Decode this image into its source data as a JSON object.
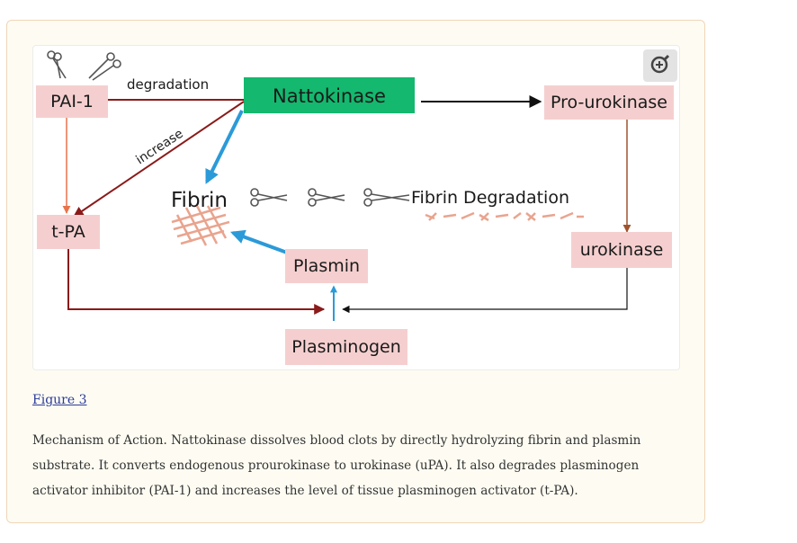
{
  "diagram": {
    "nodes": {
      "pai1": "PAI-1",
      "nattokinase": "Nattokinase",
      "prourokinase": "Pro-urokinase",
      "tpa": "t-PA",
      "urokinase": "urokinase",
      "plasmin": "Plasmin",
      "plasminogen": "Plasminogen",
      "fibrin": "Fibrin",
      "fibrin_degradation": "Fibrin Degradation"
    },
    "edge_labels": {
      "degradation": "degradation",
      "increase": "increase"
    },
    "colors": {
      "nattokinase_box": "#14b86e",
      "node_box": "#f5cfcf",
      "dark_red": "#8b1a1a",
      "blue": "#2b9ad8",
      "orange": "#e8734a",
      "black": "#111111"
    },
    "icons": [
      "scissors-icon",
      "zoom-in-icon",
      "fibrin-mesh-icon"
    ]
  },
  "figure_link": "Figure 3",
  "caption": "Mechanism of Action. Nattokinase dissolves blood clots by directly hydrolyzing fibrin and plasmin substrate. It converts endogenous prourokinase to urokinase (uPA). It also degrades plasminogen activator inhibitor (PAI-1) and increases the level of tissue plasminogen activator (t-PA)."
}
